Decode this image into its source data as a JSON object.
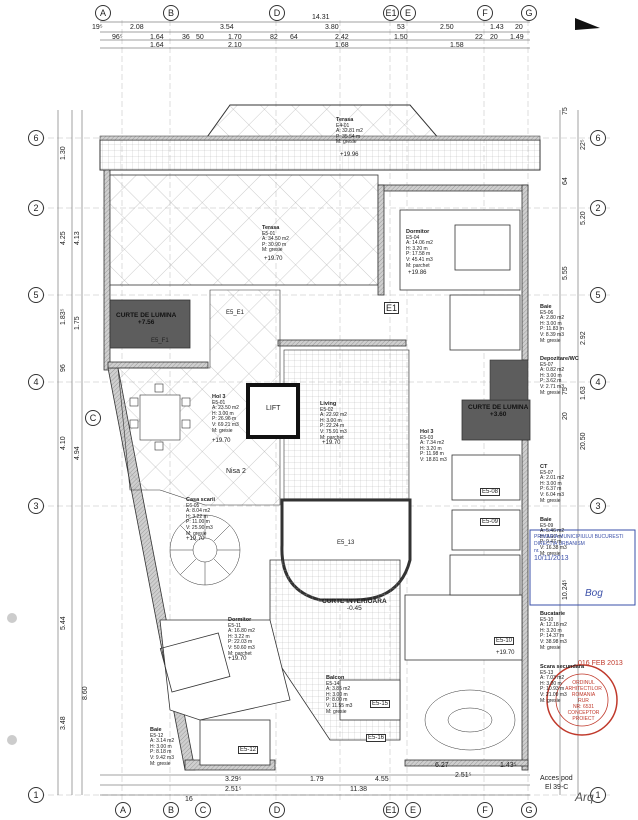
{
  "grid_letters": [
    "A",
    "B",
    "C",
    "D",
    "E",
    "E1",
    "E",
    "F",
    "G"
  ],
  "grid_numbers": [
    "1",
    "2",
    "3",
    "4",
    "5",
    "6"
  ],
  "top_dims": {
    "total": "14.31",
    "row1": [
      "19⁵",
      "2.08",
      "3.54",
      "3.80",
      "53",
      "2.50",
      "1.43",
      "20"
    ],
    "row2": [
      "96⁵",
      "1.64",
      "36",
      "50",
      "1.70",
      "82",
      "64",
      "2.42",
      "1.50",
      "22",
      "20",
      "1.49"
    ],
    "row3": [
      "1.64",
      "2.10",
      "1.68",
      "1.58"
    ]
  },
  "bottom_dims": {
    "row1": [
      "3.29⁵",
      "1.79",
      "4.55",
      "6.27",
      "1.43⁵"
    ],
    "row2": [
      "2.51⁵",
      "11.38",
      "2.51⁵"
    ],
    "row3": [
      "16"
    ]
  },
  "left_dims": [
    "1.30",
    "4.25",
    "4.13",
    "1.83⁵",
    "1.75",
    "96",
    "4.10",
    "4.94",
    "5.44",
    "8.60",
    "3.48"
  ],
  "right_dims": [
    "75",
    "22⁵",
    "64",
    "5.20",
    "5.55",
    "2.92",
    "75",
    "1.63",
    "20",
    "20.50",
    "10.24⁵"
  ],
  "rooms": {
    "terasa_top": {
      "name": "Terasa",
      "code": "E4-01",
      "lines": [
        "A: 32.81 m2",
        "P: 35.54 m",
        "M: gresie"
      ],
      "level": "+19.96"
    },
    "terasa": {
      "name": "Terasa",
      "code": "E5-01",
      "lines": [
        "A: 34.50 m2",
        "P: 30.90 m",
        "M: gresie"
      ],
      "level": "+19.70"
    },
    "dormitor1": {
      "name": "Dormitor",
      "code": "E5-04",
      "lines": [
        "A: 14.06 m2",
        "H: 3.20 m",
        "P: 17.58 m",
        "V: 45.41 m3",
        "M: parchet"
      ],
      "level": "+19.86"
    },
    "curte_lumina1": {
      "name": "CURTE DE LUMINA",
      "level": "+7.56"
    },
    "hol": {
      "name": "Hol 3",
      "code": "E5-01",
      "lines": [
        "A: 23.50 m2",
        "H: 3.00 m",
        "P: 26.96 m",
        "V: 69.21 m3",
        "M: gresie"
      ],
      "level": "+19.70"
    },
    "living": {
      "name": "Living",
      "code": "E5-02",
      "lines": [
        "A: 22.92 m2",
        "H: 3.00 m",
        "P: 22.24 m",
        "V: 75.91 m3",
        "M: parchet"
      ],
      "level": "+19.70"
    },
    "lift": {
      "name": "LIFT"
    },
    "hol2": {
      "name": "Hol 3",
      "code": "E5-03",
      "lines": [
        "A: 7.34 m2",
        "H: 3.20 m",
        "P: 11.98 m",
        "V: 18.81 m3",
        "M: gresie"
      ]
    },
    "baie1": {
      "name": "Baie",
      "code": "E5-06",
      "lines": [
        "A: 2.80 m2",
        "H: 3.00 m",
        "P: 11.83 m",
        "V: 8.39 m3",
        "M: gresie"
      ]
    },
    "depozitare": {
      "name": "Depozitare/WC",
      "code": "E5-07",
      "lines": [
        "A: 0.82 m2",
        "H: 3.00 m",
        "P: 3.62 m",
        "V: 2.71 m3",
        "M: gresie"
      ]
    },
    "curte_lumina2": {
      "name": "CURTE DE LUMINA",
      "level": "+3.60"
    },
    "ct": {
      "name": "CT",
      "code": "E5-07",
      "lines": [
        "A: 2.01 m2",
        "H: 3.00 m",
        "P: 6.37 m",
        "V: 6.04 m3",
        "M: gresie"
      ]
    },
    "casa_scari": {
      "name": "Casa scarii",
      "code": "E6-05",
      "lines": [
        "A: 8.04 m2",
        "H: 3.22 m",
        "P: 11.00 m",
        "V: 25.90 m3",
        "M: gresie"
      ],
      "level": "+19.70"
    },
    "baie2": {
      "name": "Baie",
      "code": "E5-09",
      "lines": [
        "A: 5.46 m2",
        "H: 3.00 m",
        "P: 9.47 m",
        "V: 16.38 m3",
        "M: gresie"
      ]
    },
    "curte_interioara": {
      "name": "CURTE INTERIOARA",
      "level": "-0.45"
    },
    "dormitor2": {
      "name": "Dormitor",
      "code": "E5-11",
      "lines": [
        "A: 16.80 m2",
        "H: 3.22 m",
        "P: 22.03 m",
        "V: 50.60 m3",
        "M: parchet"
      ],
      "level": "+19.70"
    },
    "bucatarie": {
      "name": "Bucatarie",
      "code": "E5-10",
      "lines": [
        "A: 12.18 m2",
        "H: 3.20 m",
        "P: 14.37 m",
        "V: 38.98 m3",
        "M: gresie"
      ],
      "level": "+19.70"
    },
    "scara_sec": {
      "name": "Scara secundara",
      "code": "E5-13",
      "lines": [
        "A: 7.03 m2",
        "H: 3.00 m",
        "P: 10.93 m",
        "V: 21.09 m3",
        "M: gresie"
      ]
    },
    "balcon": {
      "name": "Balcon",
      "code": "E5-14",
      "lines": [
        "A: 3.85 m2",
        "H: 3.00 m",
        "P: 8.00 m",
        "V: 11.55 m3",
        "M: gresie"
      ]
    },
    "baie3": {
      "name": "Baie",
      "code": "E5-12",
      "lines": [
        "A: 3.14 m2",
        "H: 3.00 m",
        "P: 8.18 m",
        "V: 9.42 m3",
        "M: gresie"
      ]
    }
  },
  "tags": [
    "E1",
    "E5-08",
    "E5-09",
    "E5-10",
    "E5-12",
    "E5-15",
    "E5-16",
    "E5_F1",
    "E5_E1",
    "E5_13"
  ],
  "misc": {
    "nisa": "Nisa 2",
    "acces_pod": "Acces pod",
    "acces_pod2": "El 39-C",
    "date_stamp": "016 FEB 2013",
    "red_stamp_lines": [
      "ORDINUL",
      "ARHITECTILOR",
      "ROMANIA",
      "RUR",
      "NR: 6531",
      "CONCEPTOR PROIECT"
    ],
    "blue_stamp_lines": [
      "PRIMARIA MUNICIPIULUI BUCURESTI",
      "DIRECTIA URBANISM",
      "nr.",
      "10/11/2013"
    ],
    "signature": "Bog",
    "signature2": "Arq"
  },
  "colors": {
    "line": "#2a2a2a",
    "wall_fill": "#bdbdbd",
    "courtyard_fill": "#5d5d5d",
    "red_stamp": "#c0392b",
    "blue_stamp": "#3a4fa8",
    "hatch": "#9a9a9a"
  }
}
